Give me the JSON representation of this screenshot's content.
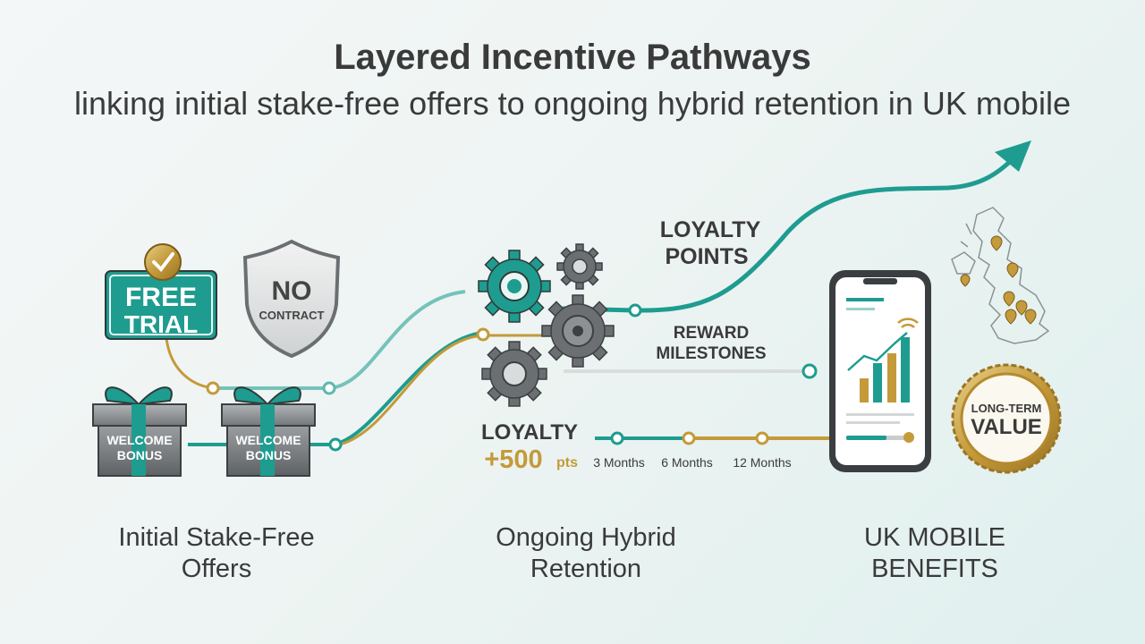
{
  "title": "Layered Incentive Pathways",
  "subtitle": "linking initial stake-free offers to ongoing hybrid retention in UK mobile",
  "offers": {
    "free_trial": [
      "FREE",
      "TRIAL"
    ],
    "no_contract": [
      "NO",
      "CONTRACT"
    ],
    "welcome_bonus_1": [
      "WELCOME",
      "BONUS"
    ],
    "welcome_bonus_2": [
      "WELCOME",
      "BONUS"
    ]
  },
  "retention": {
    "loyalty_points": [
      "LOYALTY",
      "POINTS"
    ],
    "reward_milestones": [
      "REWARD",
      "MILESTONES"
    ],
    "loyalty_label": "LOYALTY",
    "points_value": "+500",
    "points_unit": "pts",
    "milestones": [
      "3 Months",
      "6 Months",
      "12 Months"
    ]
  },
  "benefits": {
    "seal": [
      "LONG-TERM",
      "VALUE"
    ]
  },
  "columns": {
    "initial": [
      "Initial Stake-Free",
      "Offers"
    ],
    "ongoing": [
      "Ongoing Hybrid",
      "Retention"
    ],
    "uk": [
      "UK MOBILE",
      "BENEFITS"
    ]
  },
  "colors": {
    "teal": "#1e9c8f",
    "gold": "#c49a3a",
    "grey": "#6b6f72",
    "text": "#3a3a3a"
  }
}
